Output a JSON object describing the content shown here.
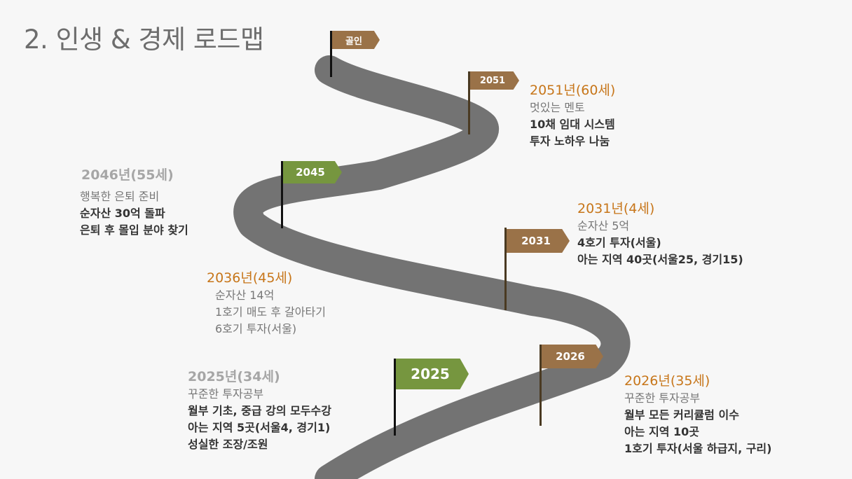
{
  "title": "2. 인생 & 경제 로드맵",
  "colors": {
    "road": "#737373",
    "flag_brown": "#9a7248",
    "flag_green": "#76963f",
    "head_orange": "#c7761a",
    "head_gray": "#a6a6a6"
  },
  "flags": {
    "goal": "골인",
    "f2051": "2051",
    "f2045": "2045",
    "f2031": "2031",
    "f2026": "2026",
    "f2025": "2025"
  },
  "milestones": {
    "m2051": {
      "head": "2051년(60세)",
      "lines": [
        "멋있는 멘토",
        "10채 임대 시스템",
        "투자 노하우 나눔"
      ]
    },
    "m2046": {
      "head": "2046년(55세)",
      "lines": [
        "행복한 은퇴 준비",
        "순자산 30억 돌파",
        "은퇴 후 몰입 분야 찾기"
      ]
    },
    "m2031": {
      "head": "2031년(4세)",
      "lines": [
        "순자산 5억",
        "4호기 투자(서울)",
        "아는 지역 40곳(서울25, 경기15)"
      ]
    },
    "m2036": {
      "head": "2036년(45세)",
      "lines": [
        "순자산 14억",
        "1호기 매도 후 갈아타기",
        "6호기 투자(서울)"
      ]
    },
    "m2025": {
      "head": "2025년(34세)",
      "lines": [
        "꾸준한 투자공부",
        "월부 기초, 중급 강의 모두수강",
        "아는 지역 5곳(서울4, 경기1)",
        "성실한 조장/조원"
      ]
    },
    "m2026": {
      "head": "2026년(35세)",
      "lines": [
        "꾸준한 투자공부",
        "월부 모든 커리큘럼 이수",
        "아는 지역 10곳",
        "1호기 투자(서울 하급지, 구리)"
      ]
    }
  }
}
